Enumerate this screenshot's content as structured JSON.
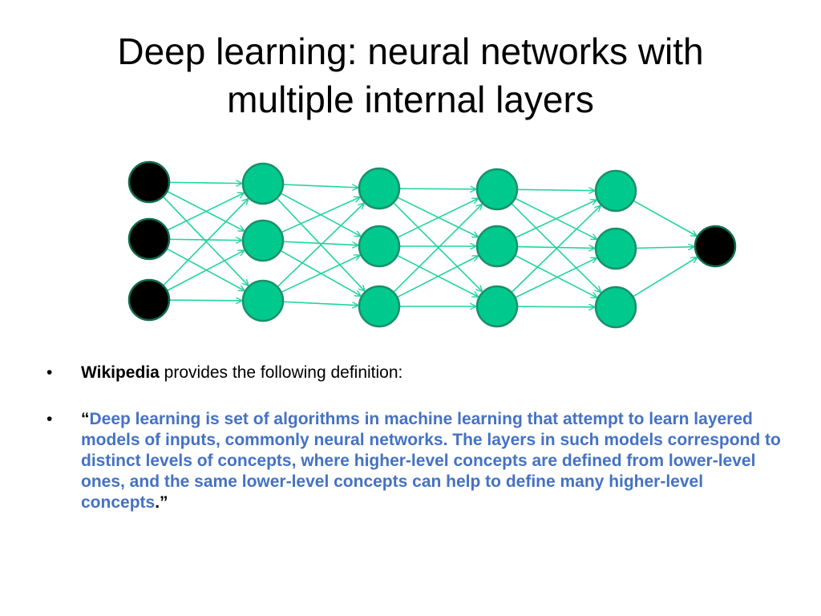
{
  "slide": {
    "title_line1": "Deep learning: neural networks with",
    "title_line2": "multiple internal layers"
  },
  "colors": {
    "hidden_node": "#00c98e",
    "io_node": "#000000",
    "edge": "#22d4a0",
    "quote_text": "#4472c4"
  },
  "network": {
    "layers": [
      {
        "role": "input",
        "nodes": 3
      },
      {
        "role": "hidden",
        "nodes": 3
      },
      {
        "role": "hidden",
        "nodes": 3
      },
      {
        "role": "hidden",
        "nodes": 3
      },
      {
        "role": "hidden",
        "nodes": 3
      },
      {
        "role": "output",
        "nodes": 1
      }
    ]
  },
  "bullets": {
    "marker": "•",
    "b1_bold": "Wikipedia",
    "b1_rest": " provides the following definition:",
    "b2_open_quote": "“",
    "b2_text": "Deep learning is set of algorithms in machine learning that attempt to learn layered models of inputs, commonly neural networks. The layers in such models correspond to distinct levels of concepts, where higher-level concepts are defined from lower-level ones, and the same lower-level concepts can help to define many higher-level concepts",
    "b2_close": ".”"
  }
}
